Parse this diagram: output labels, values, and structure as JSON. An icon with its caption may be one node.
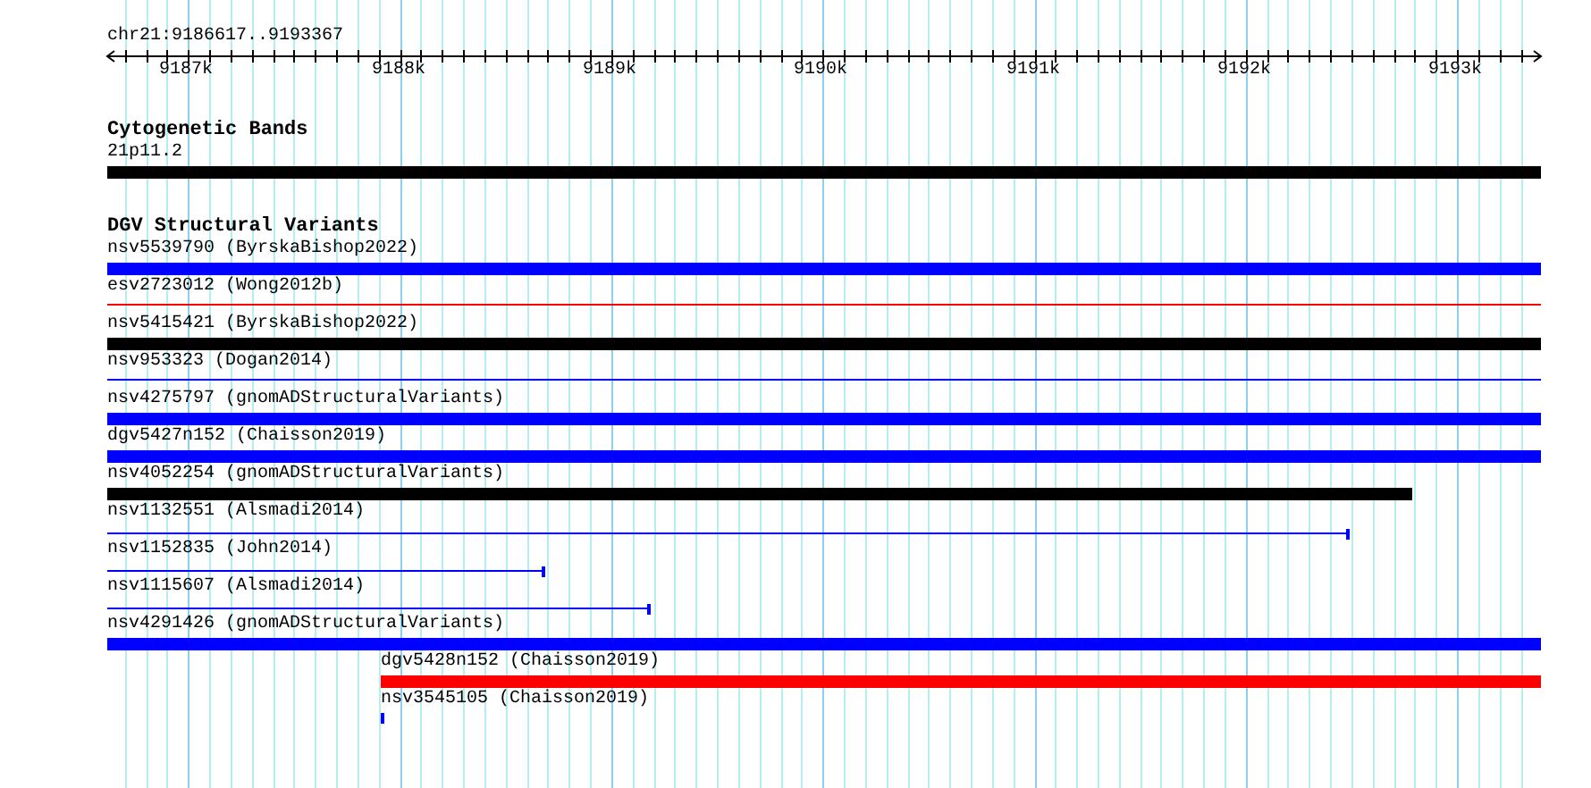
{
  "diagram": {
    "nodes": [
      {
        "text": [
          "21p11.2"
        ]
      },
      {
        "text": [
          "nsv5539790 (ByrskaBishop2022)"
        ]
      },
      {
        "text": [
          "esv2723012 (Wong2012b)"
        ]
      },
      {
        "text": [
          "nsv5415421 (ByrskaBishop2022)"
        ]
      },
      {
        "text": [
          "nsv953323 (Dogan2014)"
        ]
      },
      {
        "text": [
          "nsv4275797 (gnomADStructuralVariants)"
        ]
      },
      {
        "text": [
          "dgv5427n152 (Chaisson2019)"
        ]
      },
      {
        "text": [
          "nsv4052254 (gnomADStructuralVariants)"
        ]
      },
      {
        "text": [
          "nsv1132551 (Alsmadi2014)"
        ]
      },
      {
        "text": [
          "nsv1152835 (John2014)"
        ]
      },
      {
        "text": [
          "nsv1115607 (Alsmadi2014)"
        ]
      },
      {
        "text": [
          "nsv4291426 (gnomADStructuralVariants)"
        ]
      },
      {
        "text": [
          "dgv5428n152 (Chaisson2019)"
        ]
      },
      {
        "text": [
          "nsv3545105 (Chaisson2019)"
        ]
      }
    ],
    "labels": [
      "chr21:9186617..9193367",
      "9187k",
      "9188k",
      "9189k",
      "9190k",
      "9191k",
      "9192k",
      "9193k",
      "Cytogenetic Bands",
      "DGV Structural Variants"
    ]
  }
}
